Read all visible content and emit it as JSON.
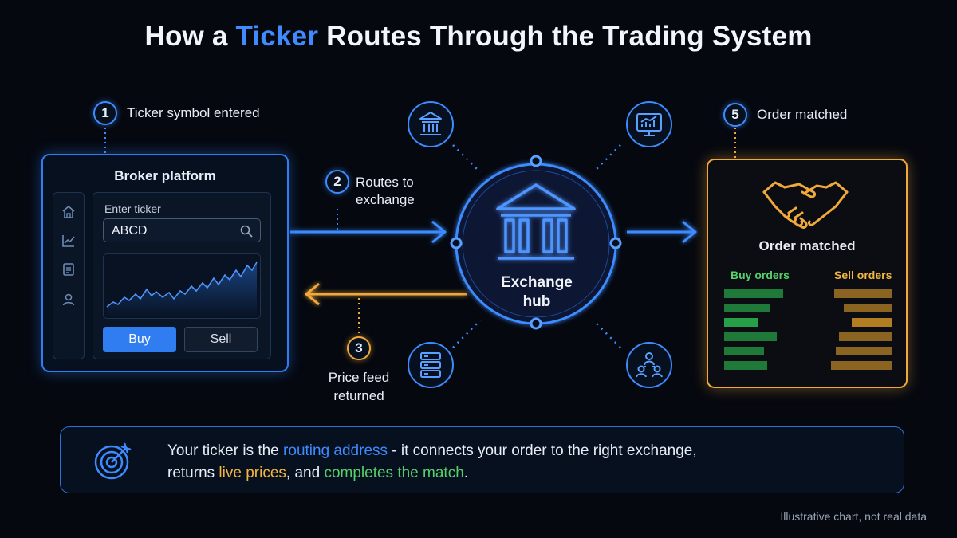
{
  "title": {
    "prefix": "How a ",
    "accent": "Ticker",
    "suffix": " Routes Through the Trading System"
  },
  "steps": [
    {
      "number": "1",
      "label": "Ticker symbol entered"
    },
    {
      "number": "2",
      "label_line1": "Routes to",
      "label_line2": "exchange"
    },
    {
      "number": "3",
      "label_line1": "Price feed",
      "label_line2": "returned"
    },
    {
      "number": "5",
      "label": "Order matched"
    }
  ],
  "broker": {
    "title": "Broker platform",
    "nav_icons": [
      "home-icon",
      "chart-icon",
      "document-icon",
      "user-icon"
    ],
    "ticker_label": "Enter ticker",
    "ticker_value": "ABCD",
    "buy_label": "Buy",
    "sell_label": "Sell"
  },
  "hub": {
    "label_line1": "Exchange",
    "label_line2": "hub",
    "satellite_icons": [
      "bank-icon",
      "monitor-chart-icon",
      "server-icon",
      "network-users-icon"
    ]
  },
  "matched": {
    "title": "Order matched",
    "buy_header": "Buy orders",
    "sell_header": "Sell orders",
    "icon": "handshake-icon"
  },
  "callout": {
    "icon": "target-icon",
    "line1_a": "Your ticker is the ",
    "line1_hl": "routing address",
    "line1_b": " - it connects your order to the right exchange,",
    "line2_a": "returns ",
    "line2_hl1": "live prices",
    "line2_b": ", and ",
    "line2_hl2": "completes the match",
    "line2_c": "."
  },
  "disclaimer": "Illustrative chart, not real data",
  "colors": {
    "background": "#05080f",
    "blue": "#3d8bff",
    "orange": "#f2a93b",
    "green": "#55d06a"
  }
}
